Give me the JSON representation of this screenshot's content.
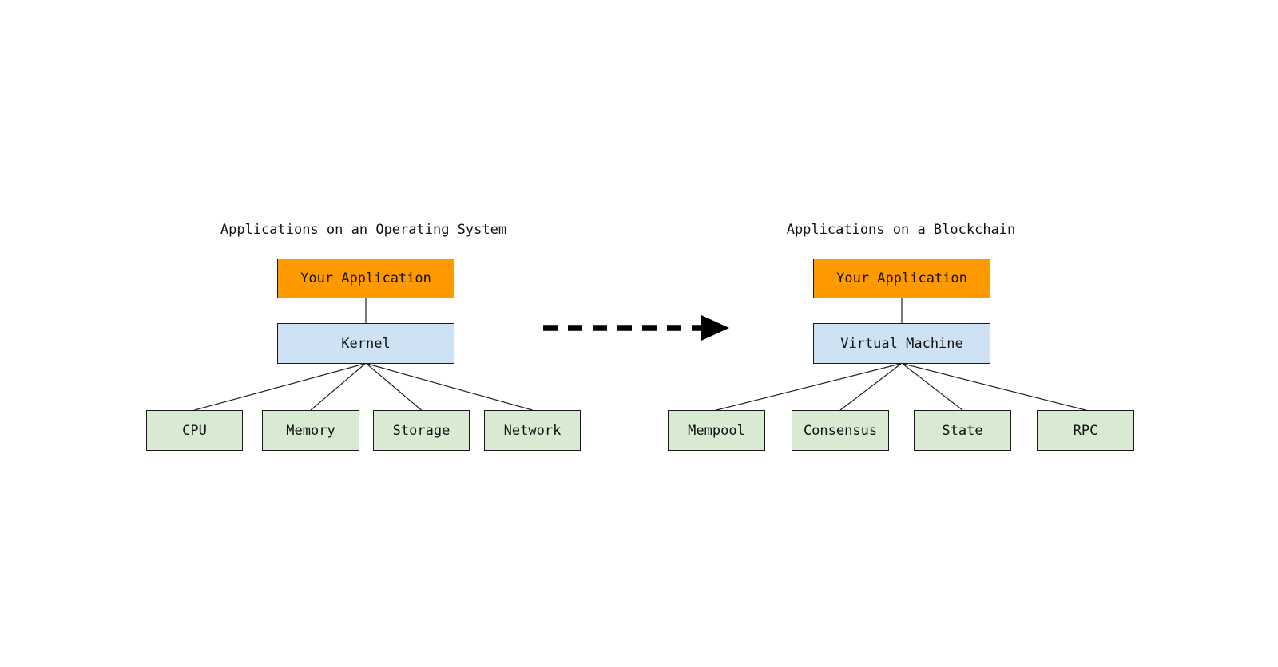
{
  "left": {
    "title": "Applications on an Operating System",
    "app_label": "Your Application",
    "middle_label": "Kernel",
    "children": [
      "CPU",
      "Memory",
      "Storage",
      "Network"
    ]
  },
  "right": {
    "title": "Applications on a Blockchain",
    "app_label": "Your Application",
    "middle_label": "Virtual Machine",
    "children": [
      "Mempool",
      "Consensus",
      "State",
      "RPC"
    ]
  },
  "colors": {
    "background": "#FFFFFF",
    "app_fill": "#FF9900",
    "middle_fill": "#CFE2F3",
    "child_fill": "#D9EAD3",
    "box_border": "#1A1A1A",
    "line": "#212121",
    "arrow": "#000000"
  }
}
